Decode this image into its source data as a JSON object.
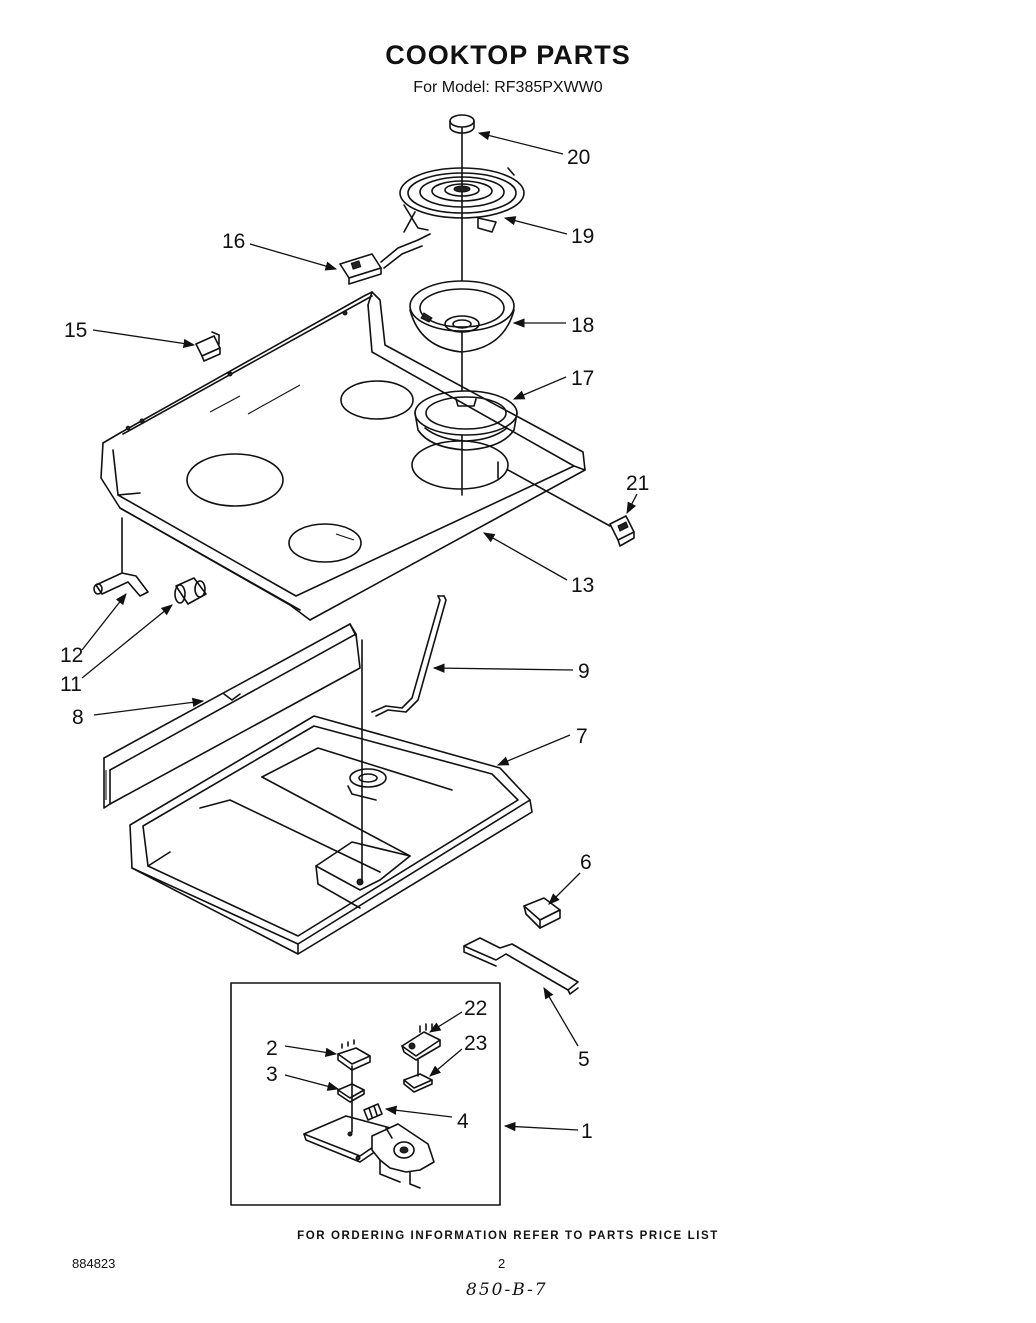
{
  "title": "COOKTOP PARTS",
  "subtitle": "For Model: RF385PXWW0",
  "footer_note": "FOR ORDERING INFORMATION REFER TO PARTS PRICE LIST",
  "doc_number": "884823",
  "page_number": "2",
  "handwritten_code": "850-B-7",
  "callouts": {
    "c1": "1",
    "c2": "2",
    "c3": "3",
    "c4": "4",
    "c5": "5",
    "c6": "6",
    "c7": "7",
    "c8": "8",
    "c9": "9",
    "c11": "11",
    "c12": "12",
    "c13": "13",
    "c15": "15",
    "c16": "16",
    "c17": "17",
    "c18": "18",
    "c19": "19",
    "c20": "20",
    "c21": "21",
    "c22": "22",
    "c23": "23"
  }
}
